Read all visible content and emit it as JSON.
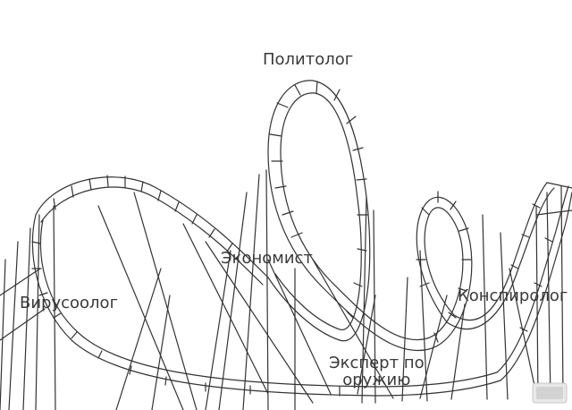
{
  "labels": {
    "politologist": "Политолог",
    "economist": "Экономист",
    "virologist": "Вирусоолог",
    "conspirologist": "Конспиролог",
    "arms_expert_line1": "Эксперт по",
    "arms_expert_line2": "оружию"
  },
  "colors": {
    "ink": "#333333",
    "background": "#ffffff"
  }
}
